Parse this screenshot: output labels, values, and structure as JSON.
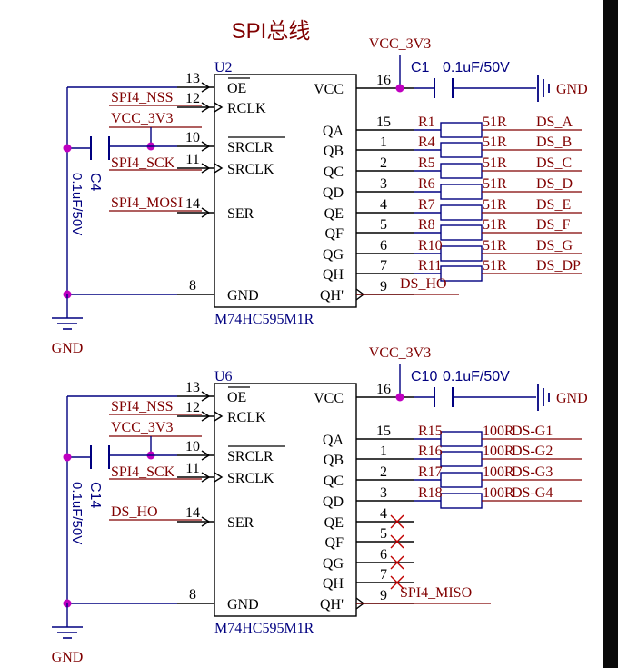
{
  "title": "SPI总线",
  "colors": {
    "wire": "#000080",
    "label": "#800000",
    "junction": "#c000c0",
    "comp": "#000080",
    "wireblack": "#000000"
  },
  "u2": {
    "ref": "U2",
    "part": "M74HC595M1R",
    "pins_left": [
      {
        "num": "13",
        "name": "OE"
      },
      {
        "num": "12",
        "name": "RCLK"
      },
      {
        "num": "10",
        "name": "SRCLR"
      },
      {
        "num": "11",
        "name": "SRCLK"
      },
      {
        "num": "14",
        "name": "SER"
      },
      {
        "num": "8",
        "name": "GND"
      }
    ],
    "pins_right": [
      {
        "num": "16",
        "name": "VCC"
      },
      {
        "num": "15",
        "name": "QA"
      },
      {
        "num": "1",
        "name": "QB"
      },
      {
        "num": "2",
        "name": "QC"
      },
      {
        "num": "3",
        "name": "QD"
      },
      {
        "num": "4",
        "name": "QE"
      },
      {
        "num": "5",
        "name": "QF"
      },
      {
        "num": "6",
        "name": "QG"
      },
      {
        "num": "7",
        "name": "QH"
      },
      {
        "num": "9",
        "name": "QH'"
      }
    ],
    "nets_left": {
      "nss": "SPI4_NSS",
      "vcc": "VCC_3V3",
      "sck": "SPI4_SCK",
      "mosi": "SPI4_MOSI"
    },
    "vcc_net": "VCC_3V3",
    "cap": {
      "ref": "C1",
      "value": "0.1uF/50V"
    },
    "gnd_right": "GND",
    "cap_left": {
      "ref": "C4",
      "value": "0.1uF/50V"
    },
    "gnd_left": "GND",
    "resistors": [
      {
        "ref": "R1",
        "value": "51R",
        "net": "DS_A"
      },
      {
        "ref": "R4",
        "value": "51R",
        "net": "DS_B"
      },
      {
        "ref": "R5",
        "value": "51R",
        "net": "DS_C"
      },
      {
        "ref": "R6",
        "value": "51R",
        "net": "DS_D"
      },
      {
        "ref": "R7",
        "value": "51R",
        "net": "DS_E"
      },
      {
        "ref": "R8",
        "value": "51R",
        "net": "DS_F"
      },
      {
        "ref": "R10",
        "value": "51R",
        "net": "DS_G"
      },
      {
        "ref": "R11",
        "value": "51R",
        "net": "DS_DP"
      }
    ],
    "qh_net": "DS_HO"
  },
  "u6": {
    "ref": "U6",
    "part": "M74HC595M1R",
    "pins_left": [
      {
        "num": "13",
        "name": "OE"
      },
      {
        "num": "12",
        "name": "RCLK"
      },
      {
        "num": "10",
        "name": "SRCLR"
      },
      {
        "num": "11",
        "name": "SRCLK"
      },
      {
        "num": "14",
        "name": "SER"
      },
      {
        "num": "8",
        "name": "GND"
      }
    ],
    "pins_right": [
      {
        "num": "16",
        "name": "VCC"
      },
      {
        "num": "15",
        "name": "QA"
      },
      {
        "num": "1",
        "name": "QB"
      },
      {
        "num": "2",
        "name": "QC"
      },
      {
        "num": "3",
        "name": "QD"
      },
      {
        "num": "4",
        "name": "QE"
      },
      {
        "num": "5",
        "name": "QF"
      },
      {
        "num": "6",
        "name": "QG"
      },
      {
        "num": "7",
        "name": "QH"
      },
      {
        "num": "9",
        "name": "QH'"
      }
    ],
    "nets_left": {
      "nss": "SPI4_NSS",
      "vcc": "VCC_3V3",
      "sck": "SPI4_SCK",
      "ser": "DS_HO"
    },
    "vcc_net": "VCC_3V3",
    "cap": {
      "ref": "C10",
      "value": "0.1uF/50V"
    },
    "gnd_right": "GND",
    "cap_left": {
      "ref": "C14",
      "value": "0.1uF/50V"
    },
    "gnd_left": "GND",
    "resistors": [
      {
        "ref": "R15",
        "value": "100R",
        "net": "DS-G1"
      },
      {
        "ref": "R16",
        "value": "100R",
        "net": "DS-G2"
      },
      {
        "ref": "R17",
        "value": "100R",
        "net": "DS-G3"
      },
      {
        "ref": "R18",
        "value": "100R",
        "net": "DS-G4"
      }
    ],
    "qh_net": "SPI4_MISO"
  }
}
